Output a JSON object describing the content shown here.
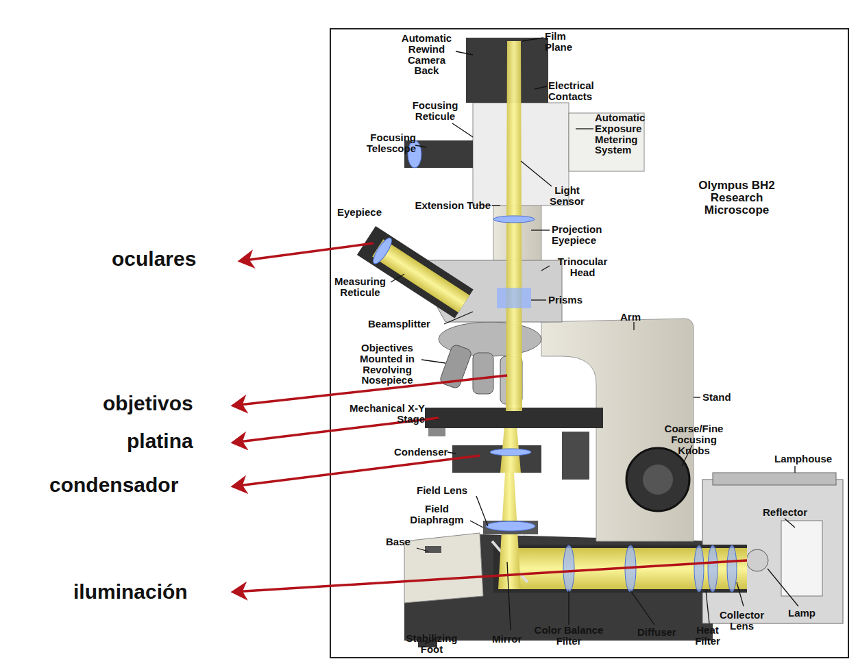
{
  "diagram": {
    "labels": [
      "Film Plane",
      "Automatic Rewind Camera Back",
      "Electrical Contacts",
      "Focusing Reticule",
      "Automatic Exposure Metering System",
      "Focusing Telescope",
      "Light Sensor",
      "Olympus BH2 Research Microscope",
      "Eyepiece",
      "Extension Tube",
      "Projection Eyepiece",
      "Trinocular Head",
      "Measuring Reticule",
      "Prisms",
      "Beamsplitter",
      "Arm",
      "Objectives Mounted in Revolving Nosepiece",
      "Stand",
      "Mechanical X-Y Stage",
      "Coarse/Fine Focusing Knobs",
      "Condenser",
      "Lamphouse",
      "Field Lens",
      "Field Diaphragm",
      "Reflector",
      "Base",
      "Collector Lens",
      "Lamp",
      "Stabilizing Foot",
      "Mirror",
      "Color Balance Filter",
      "Diffuser",
      "Heat Filter",
      "oculares",
      "objetivos",
      "platina",
      "condensador",
      "iluminación"
    ]
  }
}
